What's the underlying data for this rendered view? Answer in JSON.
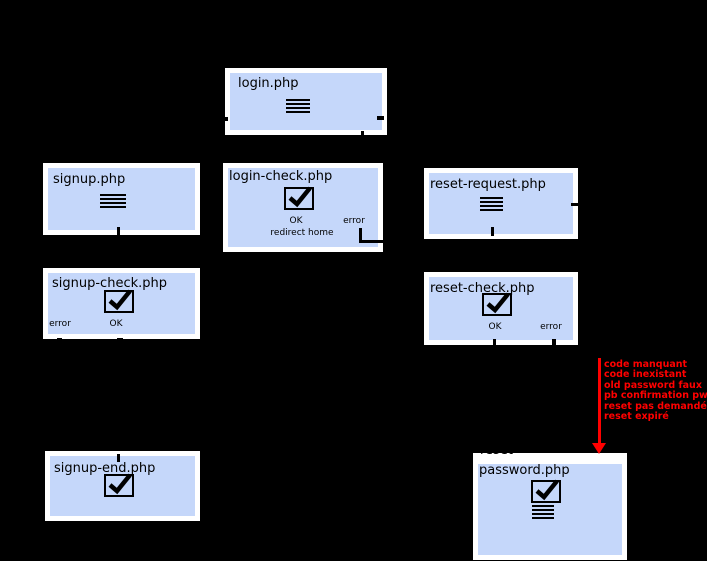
{
  "palette": {
    "background": "#000000",
    "node_fill": "#c5d7fa",
    "node_frame": "#ffffff",
    "ink": "#000000",
    "error_red": "#ff0000"
  },
  "nodes": {
    "login": {
      "title": "login.php",
      "icon": "form-icon"
    },
    "signup": {
      "title": "signup.php",
      "icon": "form-icon"
    },
    "login_check": {
      "title": "login-check.php",
      "icon": "checkbox-icon",
      "ok": "OK",
      "error": "error",
      "ok_action": "redirect home"
    },
    "reset_request": {
      "title": "reset-request.php",
      "icon": "form-icon"
    },
    "signup_check": {
      "title": "signup-check.php",
      "icon": "checkbox-icon",
      "error": "error",
      "ok": "OK"
    },
    "reset_check": {
      "title": "reset-check.php",
      "icon": "checkbox-icon",
      "ok": "OK",
      "error": "error"
    },
    "signup_end": {
      "title": "signup-end.php",
      "icon": "checkbox-icon"
    },
    "reset_password": {
      "title_line1": "reset",
      "title_line2": "password.php",
      "icons": [
        "checkbox-icon",
        "form-icon"
      ]
    }
  },
  "annotations": {
    "reset_errors": [
      "code manquant",
      "code inexistant",
      "old password faux",
      "pb confirmation pw",
      "reset pas demandé",
      "reset expiré"
    ]
  }
}
